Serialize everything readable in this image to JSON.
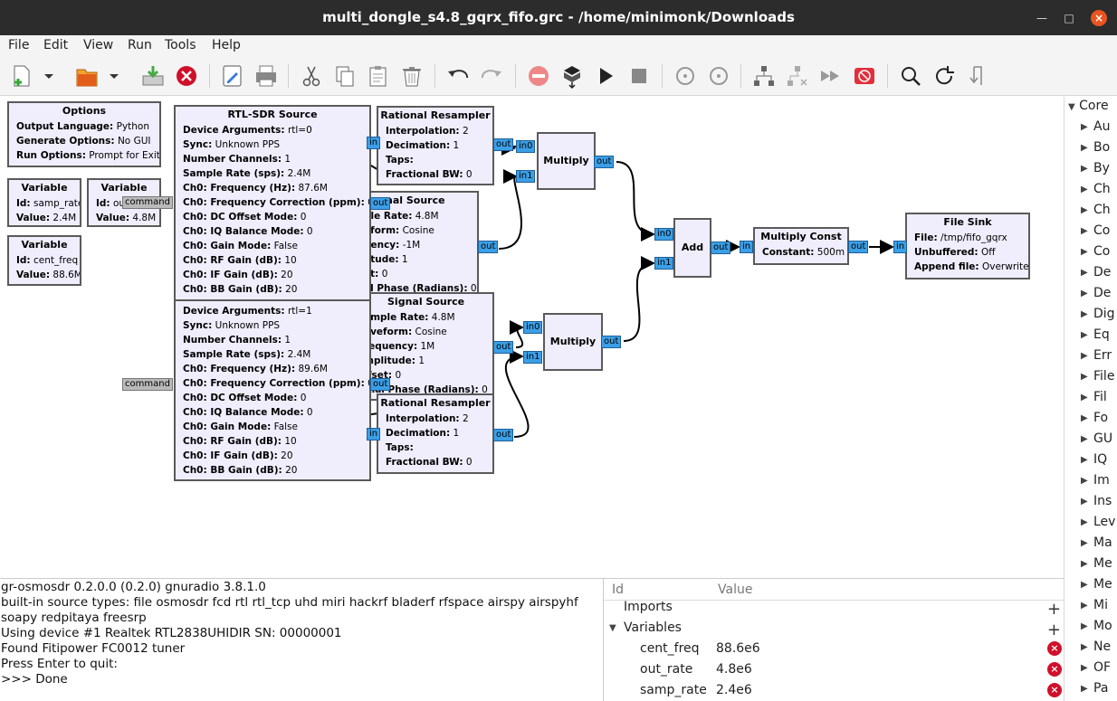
{
  "window": {
    "title": "multi_dongle_s4.8_gqrx_fifo.grc - /home/minimonk/Downloads"
  },
  "menu": [
    "File",
    "Edit",
    "View",
    "Run",
    "Tools",
    "Help"
  ],
  "toolbar": [
    "new-icon",
    "new-dropdown-icon",
    "open-icon",
    "open-dropdown-icon",
    "save-icon",
    "close-icon",
    "properties-icon",
    "print-icon",
    "cut-icon",
    "copy-icon",
    "paste-icon",
    "delete-icon",
    "undo-icon",
    "redo-icon",
    "disable-icon",
    "generate-icon",
    "execute-icon",
    "kill-icon",
    "rotate-ccw-icon",
    "rotate-cw-icon",
    "enable-icon",
    "bypass-icon",
    "forward-icon",
    "stop-icon",
    "find-icon",
    "reload-icon",
    "exit-icon"
  ],
  "blocks": {
    "options": {
      "title": "Options",
      "params": [
        [
          "Output Language:",
          "Python"
        ],
        [
          "Generate Options:",
          "No GUI"
        ],
        [
          "Run Options:",
          "Prompt for Exit"
        ]
      ]
    },
    "var_samp": {
      "title": "Variable",
      "params": [
        [
          "Id:",
          "samp_rate"
        ],
        [
          "Value:",
          "2.4M"
        ]
      ]
    },
    "var_out": {
      "title": "Variable",
      "params": [
        [
          "Id:",
          "ou"
        ],
        [
          "Value:",
          "4.8M"
        ]
      ]
    },
    "var_freq": {
      "title": "Variable",
      "params": [
        [
          "Id:",
          "cent_freq"
        ],
        [
          "Value:",
          "88.6M"
        ]
      ]
    },
    "rtl1": {
      "title": "RTL-SDR Source",
      "params": [
        [
          "Device Arguments:",
          "rtl=0"
        ],
        [
          "Sync:",
          "Unknown PPS"
        ],
        [
          "Number Channels:",
          "1"
        ],
        [
          "Sample Rate (sps):",
          "2.4M"
        ],
        [
          "Ch0: Frequency (Hz):",
          "87.6M"
        ],
        [
          "Ch0: Frequency Correction (ppm):",
          "0"
        ],
        [
          "Ch0: DC Offset Mode:",
          "0"
        ],
        [
          "Ch0: IQ Balance Mode:",
          "0"
        ],
        [
          "Ch0: Gain Mode:",
          "False"
        ],
        [
          "Ch0: RF Gain (dB):",
          "10"
        ],
        [
          "Ch0: IF Gain (dB):",
          "20"
        ],
        [
          "Ch0: BB Gain (dB):",
          "20"
        ]
      ]
    },
    "rtl2": {
      "title": "",
      "params": [
        [
          "Device Arguments:",
          "rtl=1"
        ],
        [
          "Sync:",
          "Unknown PPS"
        ],
        [
          "Number Channels:",
          "1"
        ],
        [
          "Sample Rate (sps):",
          "2.4M"
        ],
        [
          "Ch0: Frequency (Hz):",
          "89.6M"
        ],
        [
          "Ch0: Frequency Correction (ppm):",
          "0"
        ],
        [
          "Ch0: DC Offset Mode:",
          "0"
        ],
        [
          "Ch0: IQ Balance Mode:",
          "0"
        ],
        [
          "Ch0: Gain Mode:",
          "False"
        ],
        [
          "Ch0: RF Gain (dB):",
          "10"
        ],
        [
          "Ch0: IF Gain (dB):",
          "20"
        ],
        [
          "Ch0: BB Gain (dB):",
          "20"
        ]
      ]
    },
    "resamp1": {
      "title": "Rational Resampler",
      "params": [
        [
          "Interpolation:",
          "2"
        ],
        [
          "Decimation:",
          "1"
        ],
        [
          "Taps:",
          ""
        ],
        [
          "Fractional BW:",
          "0"
        ]
      ]
    },
    "resamp2": {
      "title": "Rational Resampler",
      "params": [
        [
          "Interpolation:",
          "2"
        ],
        [
          "Decimation:",
          "1"
        ],
        [
          "Taps:",
          ""
        ],
        [
          "Fractional BW:",
          "0"
        ]
      ]
    },
    "sig1": {
      "title": "nal Source",
      "params": [
        [
          "ple Rate:",
          "4.8M"
        ],
        [
          "eform:",
          "Cosine"
        ],
        [
          "uency:",
          "-1M"
        ],
        [
          "litude:",
          "1"
        ],
        [
          "et:",
          "0"
        ],
        [
          "al Phase (Radians):",
          "0"
        ]
      ]
    },
    "sig2": {
      "title": "Signal Source",
      "params": [
        [
          "ample Rate:",
          "4.8M"
        ],
        [
          "aveform:",
          "Cosine"
        ],
        [
          "requency:",
          "1M"
        ],
        [
          "mplitude:",
          "1"
        ],
        [
          "ffset:",
          "0"
        ],
        [
          "itial Phase (Radians):",
          "0"
        ]
      ]
    },
    "mult1": {
      "title": "Multiply"
    },
    "mult2": {
      "title": "Multiply"
    },
    "add": {
      "title": "Add"
    },
    "mconst": {
      "title": "Multiply Const",
      "params": [
        [
          "Constant:",
          "500m"
        ]
      ]
    },
    "fsink": {
      "title": "File Sink",
      "params": [
        [
          "File:",
          "/tmp/fifo_gqrx"
        ],
        [
          "Unbuffered:",
          "Off"
        ],
        [
          "Append file:",
          "Overwrite"
        ]
      ]
    }
  },
  "ports": {
    "in": "in",
    "out": "out",
    "in0": "in0",
    "in1": "in1",
    "command": "command"
  },
  "tree": {
    "root": "Core",
    "items": [
      "Au",
      "Bo",
      "By",
      "Ch",
      "Ch",
      "Co",
      "Co",
      "De",
      "De",
      "Dig",
      "Eq",
      "Err",
      "File",
      "Fil",
      "Fo",
      "GU",
      "IQ",
      "Im",
      "Ins",
      "Lev",
      "Ma",
      "Me",
      "Me",
      "Mi",
      "Mo",
      "Ne",
      "OF",
      "Pa"
    ]
  },
  "console": [
    "gr-osmosdr 0.2.0.0 (0.2.0) gnuradio 3.8.1.0",
    "built-in source types: file osmosdr fcd rtl rtl_tcp uhd miri hackrf bladerf rfspace airspy airspyhf",
    "soapy redpitaya freesrp",
    "Using device #1 Realtek RTL2838UHIDIR SN: 00000001",
    "Found Fitipower FC0012 tuner",
    "Press Enter to quit:",
    ">>> Done"
  ],
  "variables": {
    "col_id": "Id",
    "col_value": "Value",
    "imports": "Imports",
    "group": "Variables",
    "rows": [
      {
        "id": "cent_freq",
        "value": "88.6e6"
      },
      {
        "id": "out_rate",
        "value": "4.8e6"
      },
      {
        "id": "samp_rate",
        "value": "2.4e6"
      }
    ]
  },
  "colors": {
    "block": "#f0eefd",
    "port": "#3b9fe6",
    "titlebar": "#2c2c2c",
    "accent": "#e95420"
  }
}
